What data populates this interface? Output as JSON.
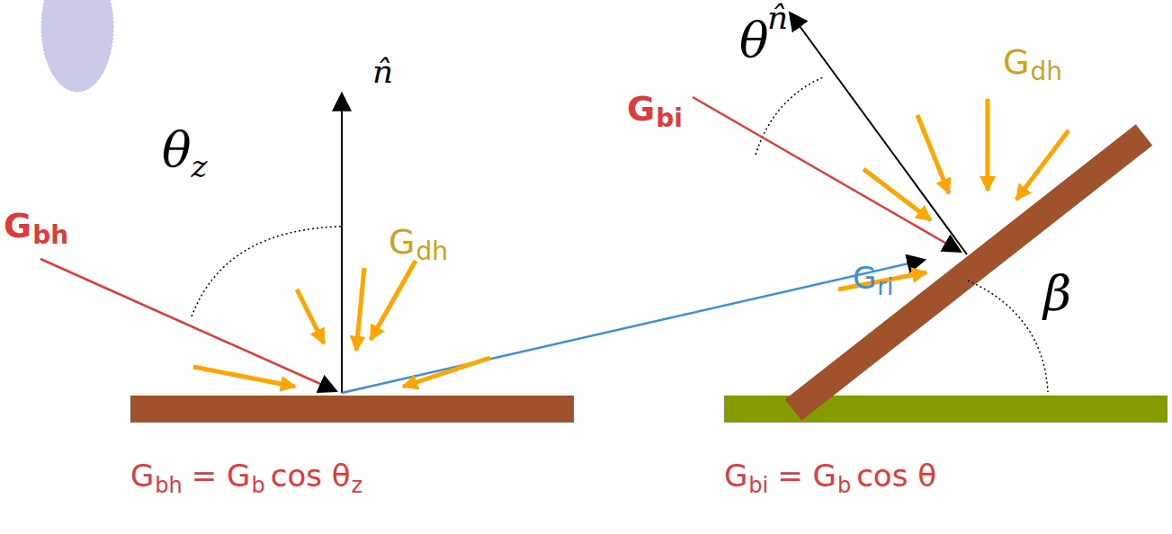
{
  "diagram": {
    "labels": [
      "G",
      "bh",
      "θ",
      "z",
      "n̂",
      "G",
      "dh",
      "G",
      "ri",
      "G",
      "bi",
      "θ",
      "n̂",
      "G",
      "dh",
      "β",
      "G",
      "bh",
      "= G",
      "b",
      "cos θ",
      "z",
      "G",
      "bi",
      "= G",
      "b",
      "cos θ"
    ]
  }
}
